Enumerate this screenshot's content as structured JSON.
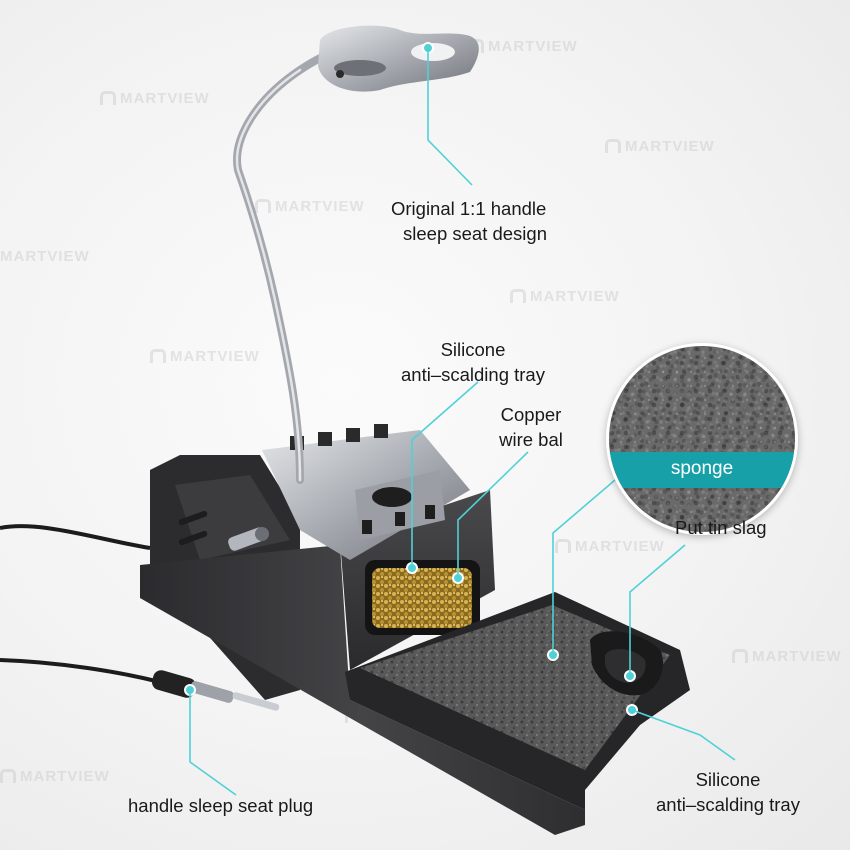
{
  "watermark": {
    "text": "MARTVIEW"
  },
  "colors": {
    "leader_line": "#4fd1d6",
    "sponge_band": "#17a0a8",
    "station_body": "#3a3a3c",
    "sponge": "#5e5e5e",
    "brass": "#c9a84a",
    "metal": "#b8bcc2"
  },
  "callouts": {
    "sleep_seat": {
      "line1": "Original 1:1  handle",
      "line2": "sleep seat design"
    },
    "silicone_tray_top": {
      "line1": "Silicone",
      "line2": "anti–scalding tray"
    },
    "copper_wire": {
      "line1": "Copper",
      "line2": "wire bal"
    },
    "sponge_badge": "sponge",
    "tin_slag": "Put tin slag",
    "silicone_tray_bottom": {
      "line1": "Silicone",
      "line2": "anti–scalding tray"
    },
    "plug": "handle sleep seat plug"
  }
}
